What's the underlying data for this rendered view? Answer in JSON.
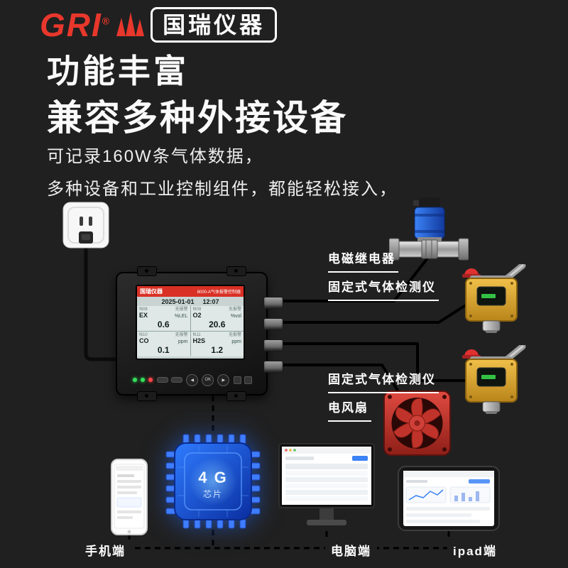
{
  "colors": {
    "background": "#202020",
    "accent_red": "#e8372c",
    "chip_blue": "#1b6cf5",
    "detector_yellow": "#e0a830",
    "fan_red": "#c0332a",
    "valve_blue": "#2a6df0",
    "led_green": "#35e05a",
    "led_red": "#ff4545"
  },
  "logo": {
    "brand": "GRI",
    "reg": "®",
    "box": "国瑞仪器"
  },
  "headings": {
    "h1": "功能丰富",
    "h2": "兼容多种外接设备"
  },
  "paragraph": {
    "line1": "可记录160W条气体数据，",
    "line2": "多种设备和工业控制组件，都能轻松接入，"
  },
  "controller": {
    "screen": {
      "brand": "国瑞仪器",
      "subtitle": "8000-A气体报警控制器",
      "date": "2025-01-01",
      "time": "12:07",
      "channels": [
        {
          "tag": "f608",
          "status": "无报警",
          "gas": "EX",
          "value": "0.6",
          "unit": "%LEL"
        },
        {
          "tag": "f609",
          "status": "无报警",
          "gas": "O2",
          "value": "20.6",
          "unit": "%vol"
        },
        {
          "tag": "f610",
          "status": "无报警",
          "gas": "CO",
          "value": "0.1",
          "unit": "ppm"
        },
        {
          "tag": "f611",
          "status": "无报警",
          "gas": "H2S",
          "value": "1.2",
          "unit": "ppm"
        }
      ]
    },
    "buttons": {
      "prev": "◀",
      "ok": "OK",
      "next": "▶"
    }
  },
  "callouts": {
    "relay": "电磁继电器",
    "detector1": "固定式气体检测仪",
    "detector2": "固定式气体检测仪",
    "fan": "电风扇"
  },
  "bottom": {
    "phone": "手机端",
    "chip_line1": "4 G",
    "chip_line2": "芯片",
    "pc": "电脑端",
    "ipad": "ipad端"
  }
}
